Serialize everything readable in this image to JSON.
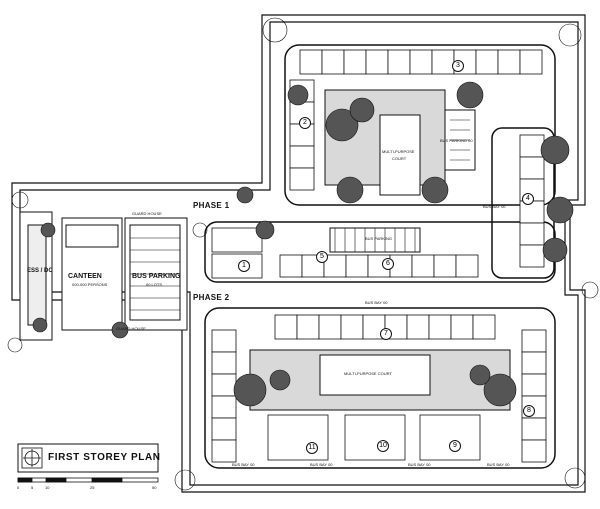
{
  "title": "FIRST STOREY PLAN",
  "scale": {
    "ticks": [
      "0",
      "5",
      "10",
      "25",
      "50"
    ]
  },
  "phases": {
    "phase1": "PHASE 1",
    "phase2": "PHASE 2"
  },
  "buildings": {
    "canteen": "CANTEEN",
    "canteen_sub": "000-000 PERSONS",
    "bus_parking": "BUS PARKING",
    "bus_parking_sub": "00 LOTS",
    "ess_dc": "ESS / DC",
    "guard_house_top": "GUARD HOUSE",
    "guard_house_bottom": "GUARD HOUSE"
  },
  "courts": {
    "mpc1_line1": "MULTI-PURPOSE",
    "mpc1_line2": "COURT",
    "mpc2": "MULTI-PURPOSE COURT"
  },
  "bus_labels": {
    "parking_upper": "BUS PARKING 00",
    "parking_mid_left": "BUS PARKING",
    "bay_mid": "BUS BAY 00",
    "bay_1": "BUS BAY 00",
    "bay_2": "BUS BAY 00",
    "bay_3": "BUS BAY 00",
    "bay_4": "BUS BAY 00",
    "bus_bay_right": "BUS BAY 00"
  },
  "block_numbers": [
    "1",
    "2",
    "3",
    "4",
    "5",
    "6",
    "7",
    "8",
    "9",
    "10",
    "11"
  ]
}
